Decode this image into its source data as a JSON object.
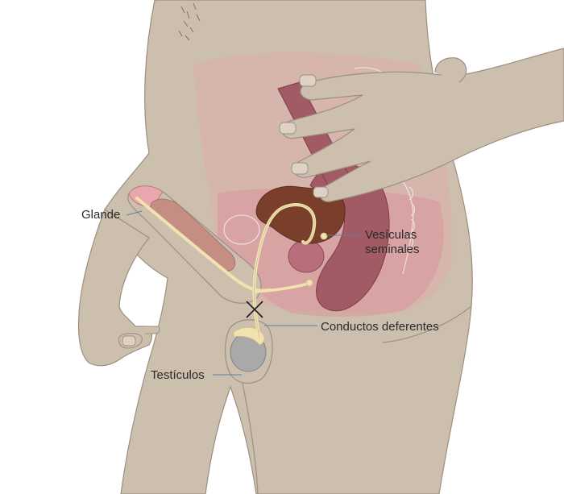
{
  "labels": {
    "glans": "Glande",
    "seminal_vesicles_line1": "Vesículas",
    "seminal_vesicles_line2": "seminales",
    "vas_deferens": "Conductos deferentes",
    "testicles": "Testículos"
  },
  "colors": {
    "skin": "#cdbfae",
    "skin_outline": "#9c8f80",
    "abdomen_tint": "#e3a8ac",
    "pelvis_tint": "#d98e96",
    "bladder": "#7a3f2a",
    "duct": "#f1e3b0",
    "testis": "#a9a9a9",
    "rectum": "#a25a64",
    "leader_line": "#5b7fa6"
  }
}
